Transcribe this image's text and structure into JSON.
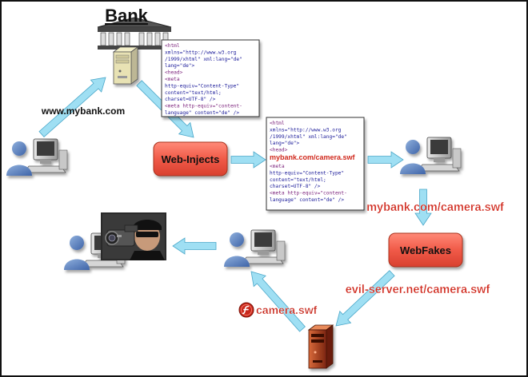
{
  "bank": {
    "title": "Bank"
  },
  "labels": {
    "mybank_url": "www.mybank.com",
    "camera_url": "mybank.com/camera.swf",
    "evil_url": "evil-server.net/camera.swf",
    "camera_file": "camera.swf"
  },
  "boxes": {
    "webinjects": "Web-Injects",
    "webfakes": "WebFakes"
  },
  "code_top": [
    "<html",
    "xmlns=\"http://www.w3.org",
    "/1999/xhtml\" xml:lang=\"de\"",
    "lang=\"de\">",
    "<head>",
    "<meta",
    "http-equiv=\"Content-Type\"",
    "content=\"text/html;",
    "charset=UTF-8\" />",
    "<meta http-equiv=\"content-",
    "language\" content=\"de\" />"
  ],
  "code_mid_head": [
    "<html",
    "xmlns=\"http://www.w3.org",
    "/1999/xhtml\" xml:lang=\"de\"",
    "lang=\"de\">",
    "<head>"
  ],
  "code_mid_injected": "mybank.com/camera.swf",
  "code_mid_tail": [
    "<meta",
    "http-equiv=\"Content-Type\"",
    "content=\"text/html;",
    "charset=UTF-8\" />",
    "<meta http-equiv=\"content-",
    "language\" content=\"de\" />"
  ],
  "colors": {
    "arrow": "#9fdff3",
    "arrow_stroke": "#4aa7c9",
    "box_fill": "#f26050",
    "label_red": "#d0281c",
    "code_tag": "#7a1f7a",
    "code_attr": "#1a1a99",
    "code_val": "#8855cc"
  }
}
